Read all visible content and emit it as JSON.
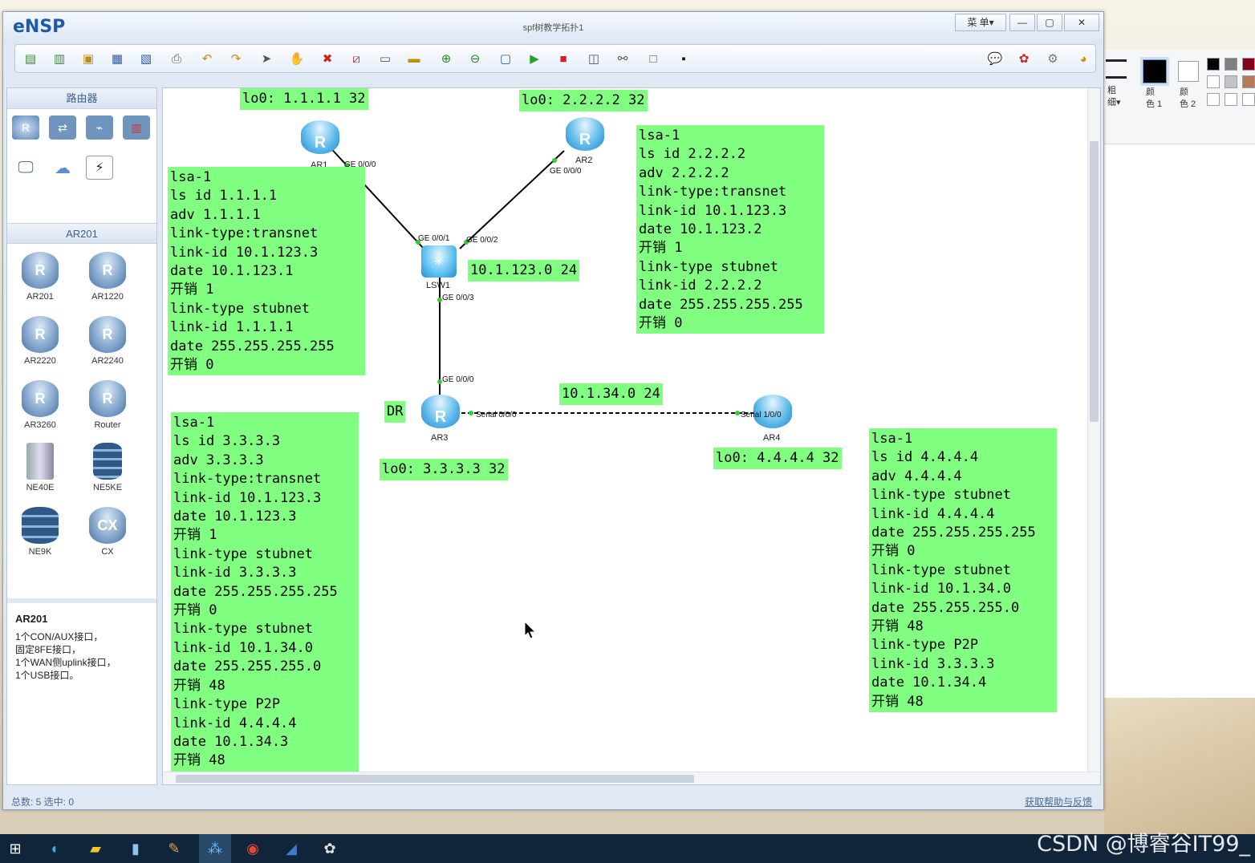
{
  "app": {
    "logo": "eNSP",
    "title": "spf树教学拓扑1",
    "menu_label": "菜 单▾",
    "min_label": "—",
    "max_label": "▢",
    "close_label": "✕"
  },
  "left_panel": {
    "section_routers": "路由器",
    "section_ar201": "AR201",
    "devices": [
      "AR201",
      "AR1220",
      "AR2220",
      "AR2240",
      "AR3260",
      "Router",
      "NE40E",
      "NE5KE",
      "NE9K",
      "CX"
    ],
    "device_icon_text": [
      "R",
      "R",
      "R",
      "R",
      "R",
      "R",
      "",
      "",
      "",
      "CX"
    ],
    "desc_title": "AR201",
    "desc_lines": [
      "1个CON/AUX接口，",
      "固定8FE接口，",
      "1个WAN侧uplink接口，",
      "1个USB接口。"
    ]
  },
  "topology": {
    "routers": {
      "ar1": "AR1",
      "ar2": "AR2",
      "ar3": "AR3",
      "ar4": "AR4",
      "lsw1": "LSW1",
      "icon_letter": "R"
    },
    "ports": {
      "ar1_ge": "GE 0/0/0",
      "ar2_ge": "GE 0/0/0",
      "lsw_ge1": "GE 0/0/1",
      "lsw_ge2": "GE 0/0/2",
      "lsw_ge3": "GE 0/0/3",
      "ar3_ge": "GE 0/0/0",
      "ar3_serial": "Serial 0/0/0",
      "ar4_serial": "Serial 1/0/0"
    },
    "labels": {
      "lo0_ar1": "lo0: 1.1.1.1 32",
      "lo0_ar2": "lo0: 2.2.2.2 32",
      "net_123": "10.1.123.0 24",
      "net_34": "10.1.34.0 24",
      "dr": "DR",
      "lo0_ar3": "lo0: 3.3.3.3 32",
      "lo0_ar4": "lo0: 4.4.4.4 32"
    },
    "lsa_ar1": "lsa-1\nls id 1.1.1.1\nadv 1.1.1.1\nlink-type:transnet\nlink-id 10.1.123.3\ndate 10.1.123.1\n开销 1\nlink-type stubnet\nlink-id 1.1.1.1\ndate 255.255.255.255\n开销 0",
    "lsa_ar2": "lsa-1\nls id 2.2.2.2\nadv 2.2.2.2\nlink-type:transnet\nlink-id 10.1.123.3\ndate 10.1.123.2\n开销 1\nlink-type stubnet\nlink-id 2.2.2.2\ndate 255.255.255.255\n开销 0",
    "lsa_ar3": "lsa-1\nls id 3.3.3.3\nadv 3.3.3.3\nlink-type:transnet\nlink-id 10.1.123.3\ndate 10.1.123.3\n开销 1\nlink-type stubnet\nlink-id 3.3.3.3\ndate 255.255.255.255\n开销 0\nlink-type stubnet\nlink-id 10.1.34.0\ndate 255.255.255.0\n开销 48\nlink-type P2P\nlink-id 4.4.4.4\ndate 10.1.34.3\n开销 48",
    "lsa_ar4": "lsa-1\nls id 4.4.4.4\nadv 4.4.4.4\nlink-type stubnet\nlink-id 4.4.4.4\ndate 255.255.255.255\n开销 0\nlink-type stubnet\nlink-id 10.1.34.0\ndate 255.255.255.0\n开销 48\nlink-type P2P\nlink-id 3.3.3.3\ndate 10.1.34.4\n开销 48"
  },
  "status": {
    "left": "总数: 5  选中: 0",
    "right": "获取帮助与反馈"
  },
  "paint": {
    "label_thick": "粗\n细▾",
    "label_color1": "颜\n色 1",
    "label_color2": "颜\n色 2"
  },
  "watermark": "CSDN @博睿谷IT99_",
  "colors": {
    "note_bg": "#80ff80",
    "accent": "#1e5aa8"
  }
}
